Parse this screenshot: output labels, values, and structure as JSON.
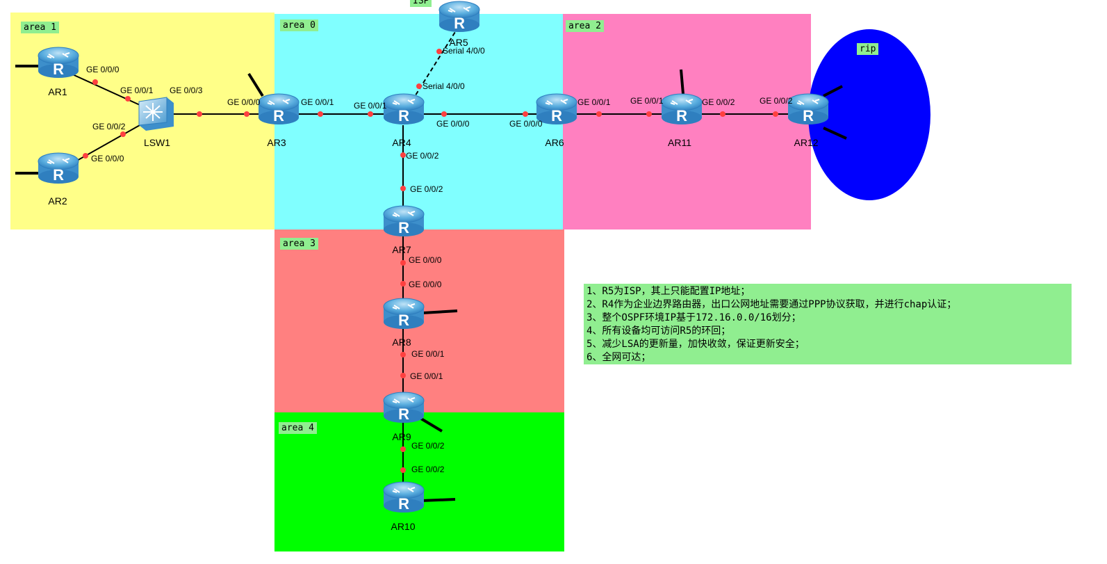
{
  "areas": {
    "area1": "area 1",
    "area0": "area 0",
    "area2": "area 2",
    "area3": "area 3",
    "area4": "area 4",
    "rip": "rip",
    "isp": "ISP"
  },
  "colors": {
    "area1": "#ffff88",
    "area0": "#80ffff",
    "area2": "#ff80c0",
    "area3": "#ff8080",
    "area4": "#00ff00",
    "rip": "#0000ff",
    "label_bg": "#90ee90",
    "link": "#000000",
    "port_dot": "#ff4040"
  },
  "devices": {
    "AR1": "AR1",
    "AR2": "AR2",
    "LSW1": "LSW1",
    "AR3": "AR3",
    "AR4": "AR4",
    "AR5": "AR5",
    "AR6": "AR6",
    "AR7": "AR7",
    "AR8": "AR8",
    "AR9": "AR9",
    "AR10": "AR10",
    "AR11": "AR11",
    "AR12": "AR12"
  },
  "ports": {
    "ar1_ge000": "GE 0/0/0",
    "lsw1_ge001": "GE 0/0/1",
    "lsw1_ge003": "GE 0/0/3",
    "lsw1_ge002": "GE 0/0/2",
    "ar2_ge000": "GE 0/0/0",
    "ar3_ge000": "GE 0/0/0",
    "ar3_ge001": "GE 0/0/1",
    "ar4_ge001": "GE 0/0/1",
    "ar4_ge000": "GE 0/0/0",
    "ar6_ge000": "GE 0/0/0",
    "ar6_ge001": "GE 0/0/1",
    "ar11_ge001": "GE 0/0/1",
    "ar11_ge002": "GE 0/0/2",
    "ar12_ge002": "GE 0/0/2",
    "ar5_serial": "Serial 4/0/0",
    "ar4_serial": "Serial 4/0/0",
    "ar4_ge002": "GE 0/0/2",
    "ar7_ge002": "GE 0/0/2",
    "ar7_ge000": "GE 0/0/0",
    "ar8_ge000": "GE 0/0/0",
    "ar8_ge001": "GE 0/0/1",
    "ar9_ge001": "GE 0/0/1",
    "ar9_ge002": "GE 0/0/2",
    "ar10_ge002": "GE 0/0/2"
  },
  "requirements": [
    "1、R5为ISP，其上只能配置IP地址；",
    "2、R4作为企业边界路由器，出口公网地址需要通过PPP协议获取，并进行chap认证；",
    "3、整个OSPF环境IP基于172.16.0.0/16划分；",
    "4、所有设备均可访问R5的环回；",
    "5、减少LSA的更新量，加快收敛，保证更新安全；",
    "6、全网可达；"
  ]
}
